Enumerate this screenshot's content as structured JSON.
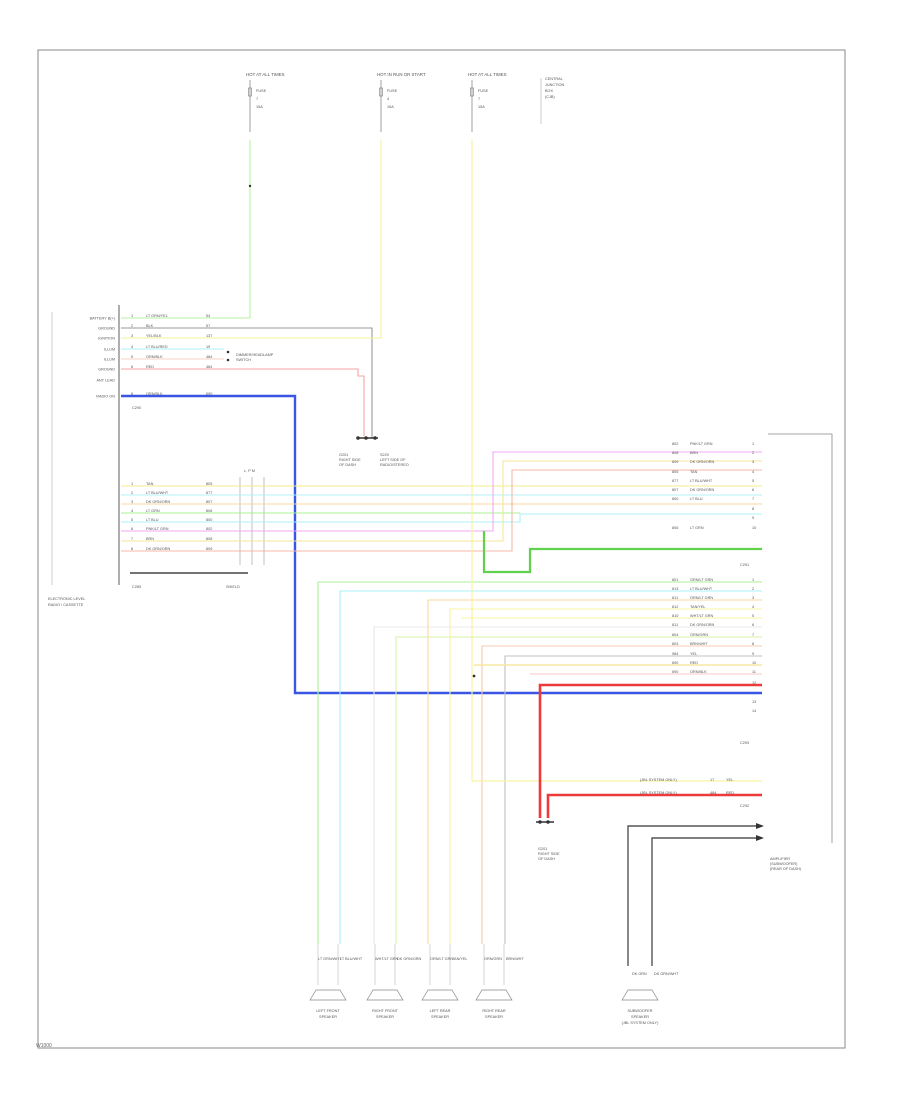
{
  "left_module": {
    "name_lines": [
      "ELECTRONIC LEVEL",
      "RADIO / CASSETTE"
    ],
    "top_pins": [
      {
        "label": "BATTERY B(+)",
        "pin": "1",
        "color": "LT GRN/YEL",
        "circuit": "54"
      },
      {
        "label": "GROUND",
        "pin": "2",
        "color": "BLK",
        "circuit": "57"
      },
      {
        "label": "IGNITION",
        "pin": "3",
        "color": "YEL/BLK",
        "circuit": "137"
      },
      {
        "label": "ILLUM",
        "pin": "4",
        "color": "LT BLU/RED",
        "circuit": "19"
      },
      {
        "label": "ILLUM",
        "pin": "5",
        "color": "ORN/BLK",
        "circuit": "484"
      },
      {
        "label": "GROUND",
        "pin": "6",
        "color": "RED",
        "circuit": "484"
      },
      {
        "label": "ANT LEAD",
        "pin": "",
        "color": "",
        "circuit": ""
      },
      {
        "label": "RADIO ON",
        "pin": "8",
        "color": "ORN/BLK",
        "circuit": "690"
      }
    ],
    "top_connector": "C290",
    "bottom_pins": [
      {
        "pin": "1",
        "color": "TAN",
        "circuit": "805"
      },
      {
        "pin": "2",
        "color": "LT BLU/WHT",
        "circuit": "877"
      },
      {
        "pin": "3",
        "color": "DK GRN/ORN",
        "circuit": "807"
      },
      {
        "pin": "4",
        "color": "LT GRN",
        "circuit": "806"
      },
      {
        "pin": "5",
        "color": "LT BLU",
        "circuit": "800"
      },
      {
        "pin": "6",
        "color": "PNK/LT GRN",
        "circuit": "802"
      },
      {
        "pin": "7",
        "color": "BRN",
        "circuit": "808"
      },
      {
        "pin": "8",
        "color": "DK GRN/ORN",
        "circuit": "809"
      }
    ],
    "bottom_connector": "C289",
    "shield_label": "SHIELD",
    "lpm_label": "L, P M"
  },
  "top_feeds": [
    {
      "title": "HOT AT ALL TIMES",
      "fuse_lines": [
        "FUSE",
        "7",
        "15A"
      ]
    },
    {
      "title": "HOT IN RUN OR START",
      "fuse_lines": [
        "FUSE",
        "4",
        "15A"
      ]
    },
    {
      "title": "HOT AT ALL TIMES",
      "fuse_lines": [
        "FUSE",
        "7",
        "15A"
      ]
    }
  ],
  "feed_legend": [
    "CENTRAL",
    "JUNCTION",
    "BOX",
    "(CJB)"
  ],
  "dimmer_note": [
    "DIMMER/HEADLAMP",
    "SWITCH"
  ],
  "ground_a": [
    "G201",
    "RIGHT SIDE",
    "OF DASH"
  ],
  "ground_b": [
    "S220",
    "LEFT SIDE OF",
    "RADIO/STEREO"
  ],
  "right_module": {
    "name_lines": [
      "AMPLIFIER",
      "(SUBWOOFER)",
      "(REAR OF DASH)"
    ],
    "group1": [
      {
        "pin": "1",
        "circuit": "802",
        "color": "PNK/LT GRN"
      },
      {
        "pin": "2",
        "circuit": "808",
        "color": "BRN"
      },
      {
        "pin": "3",
        "circuit": "809",
        "color": "DK GRN/ORN"
      },
      {
        "pin": "4",
        "circuit": "805",
        "color": "TAN"
      },
      {
        "pin": "5",
        "circuit": "877",
        "color": "LT BLU/WHT"
      },
      {
        "pin": "6",
        "circuit": "807",
        "color": "DK GRN/ORN"
      },
      {
        "pin": "7",
        "circuit": "800",
        "color": "LT BLU"
      },
      {
        "pin": "8",
        "circuit": "",
        "color": ""
      },
      {
        "pin": "9",
        "circuit": "",
        "color": ""
      },
      {
        "pin": "10",
        "circuit": "806",
        "color": "LT GRN"
      }
    ],
    "group1_connector": "C291",
    "group2": [
      {
        "pin": "1",
        "circuit": "801",
        "color": "GRN/LT GRN"
      },
      {
        "pin": "2",
        "circuit": "813",
        "color": "LT BLU/WHT"
      },
      {
        "pin": "3",
        "circuit": "811",
        "color": "ORN/LT GRN"
      },
      {
        "pin": "4",
        "circuit": "812",
        "color": "TAN/YEL"
      },
      {
        "pin": "5",
        "circuit": "810",
        "color": "WHT/LT GRN"
      },
      {
        "pin": "6",
        "circuit": "811",
        "color": "DK GRN/ORN"
      },
      {
        "pin": "7",
        "circuit": "804",
        "color": "ORN/GRN"
      },
      {
        "pin": "8",
        "circuit": "803",
        "color": "BRN/WHT"
      },
      {
        "pin": "9",
        "circuit": "984",
        "color": "YEL"
      },
      {
        "pin": "10",
        "circuit": "690",
        "color": "RED"
      },
      {
        "pin": "11",
        "circuit": "690",
        "color": "ORN/BLK"
      },
      {
        "pin": "12",
        "circuit": "",
        "color": ""
      },
      {
        "pin": "13",
        "circuit": "",
        "color": ""
      },
      {
        "pin": "14",
        "circuit": "",
        "color": ""
      }
    ],
    "group2_connector": "C293",
    "group3": [
      {
        "label": "(JBL SYSTEM ONLY)",
        "pin": "17",
        "color": "YEL"
      },
      {
        "label": "(JBL SYSTEM ONLY)",
        "pin": "484",
        "color": "RED"
      }
    ],
    "group3_connector": "C292"
  },
  "ground_c": [
    "G201",
    "RIGHT SIDE",
    "OF DASH"
  ],
  "speakers": [
    {
      "lines": [
        "LEFT FRONT",
        "SPEAKER"
      ],
      "wire_a": "LT GRN/WHT",
      "wire_b": "LT BLU/WHT"
    },
    {
      "lines": [
        "RIGHT FRONT",
        "SPEAKER"
      ],
      "wire_a": "WHT/LT GRN",
      "wire_b": "DK GRN/ORN"
    },
    {
      "lines": [
        "LEFT REAR",
        "SPEAKER"
      ],
      "wire_a": "ORN/LT GRN",
      "wire_b": "TAN/YEL"
    },
    {
      "lines": [
        "RIGHT REAR",
        "SPEAKER"
      ],
      "wire_a": "ORN/GRN",
      "wire_b": "BRN/WHT"
    }
  ],
  "subwoofer": {
    "lines": [
      "SUBWOOFER",
      "SPEAKER",
      "(JBL SYSTEM ONLY)"
    ],
    "wire_a": "DK GRN",
    "wire_b": "DK GRN/WHT"
  },
  "page_id": "W1000"
}
